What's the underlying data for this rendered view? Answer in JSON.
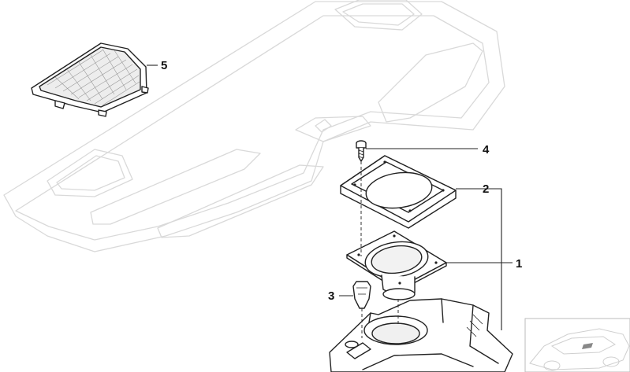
{
  "diagram": {
    "callouts": {
      "speaker": "1",
      "speaker_frame": "2",
      "clip": "3",
      "screw": "4",
      "grille_cover": "5"
    }
  },
  "colors": {
    "outline": "#222222",
    "ghost_outline": "#d9d9d9",
    "background": "#ffffff"
  }
}
